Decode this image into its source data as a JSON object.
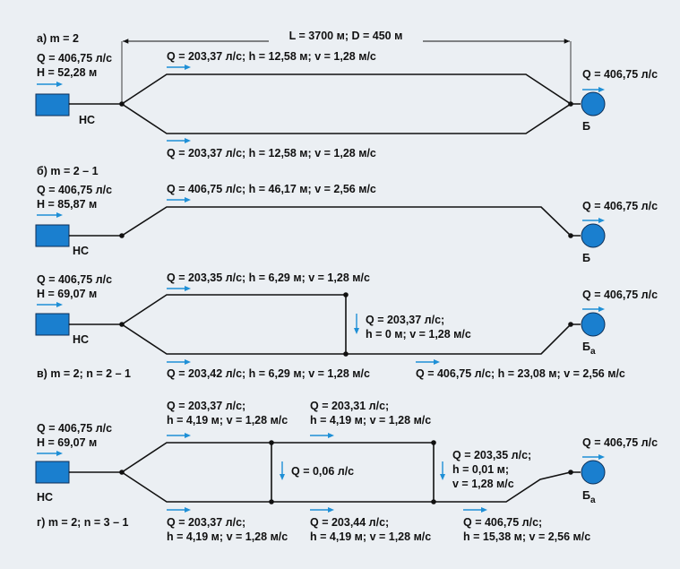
{
  "colors": {
    "background": "#ebeff3",
    "accent_blue": "#1e8fd6",
    "equipment_fill": "#1a7fcf",
    "pipe": "#111111"
  },
  "dim": {
    "text": "L = 3700 м; D = 450 м"
  },
  "diagrams": [
    {
      "title": "а) m = 2",
      "inlet": {
        "q": "Q = 406,75 л/с",
        "h": "H = 52,28 м"
      },
      "station_label": "НС",
      "tank_label": "Б",
      "tank_sub": "",
      "outlet_q": "Q = 406,75 л/с",
      "pipes": [
        "Q = 203,37 л/с; h = 12,58 м; v = 1,28 м/с",
        "Q = 203,37 л/с; h = 12,58 м; v = 1,28 м/с"
      ]
    },
    {
      "title": "б) m = 2 – 1",
      "inlet": {
        "q": "Q = 406,75 л/с",
        "h": "H = 85,87 м"
      },
      "station_label": "НС",
      "tank_label": "Б",
      "tank_sub": "",
      "outlet_q": "Q = 406,75 л/с",
      "pipes": [
        "Q = 406,75 л/с; h = 46,17 м; v = 2,56 м/с"
      ]
    },
    {
      "title": "в) m = 2; n = 2 – 1",
      "inlet": {
        "q": "Q = 406,75 л/с",
        "h": "H = 69,07 м"
      },
      "station_label": "НС",
      "tank_label": "Б",
      "tank_sub": "а",
      "outlet_q": "Q = 406,75 л/с",
      "pipes": [
        "Q = 203,35 л/с; h = 6,29 м; v = 1,28 м/с",
        "Q = 203,42 л/с; h = 6,29 м; v = 1,28 м/с",
        "Q = 406,75 л/с; h = 23,08 м; v = 2,56 м/с"
      ],
      "cross": [
        "Q = 203,37 л/с;",
        "h = 0 м; v = 1,28 м/с"
      ]
    },
    {
      "title": "г) m = 2; n = 3 – 1",
      "inlet": {
        "q": "Q = 406,75 л/с",
        "h": "H = 69,07 м"
      },
      "station_label": "НС",
      "tank_label": "Б",
      "tank_sub": "а",
      "outlet_q": "Q = 406,75 л/с",
      "top": [
        {
          "l1": "Q = 203,37 л/с;",
          "l2": "h = 4,19 м; v = 1,28 м/с"
        },
        {
          "l1": "Q = 203,31 л/с;",
          "l2": "h = 4,19 м; v = 1,28 м/с"
        }
      ],
      "bottom": [
        {
          "l1": "Q = 203,37 л/с;",
          "l2": "h = 4,19 м; v = 1,28 м/с"
        },
        {
          "l1": "Q = 203,44 л/с;",
          "l2": "h = 4,19 м; v = 1,28 м/с"
        },
        {
          "l1": "Q = 406,75 л/с;",
          "l2": "h = 15,38 м; v = 2,56 м/с"
        }
      ],
      "cross1": [
        "Q = 0,06 л/с"
      ],
      "cross2": [
        "Q = 203,35 л/с;",
        "h = 0,01 м;",
        "v = 1,28 м/с"
      ]
    }
  ]
}
